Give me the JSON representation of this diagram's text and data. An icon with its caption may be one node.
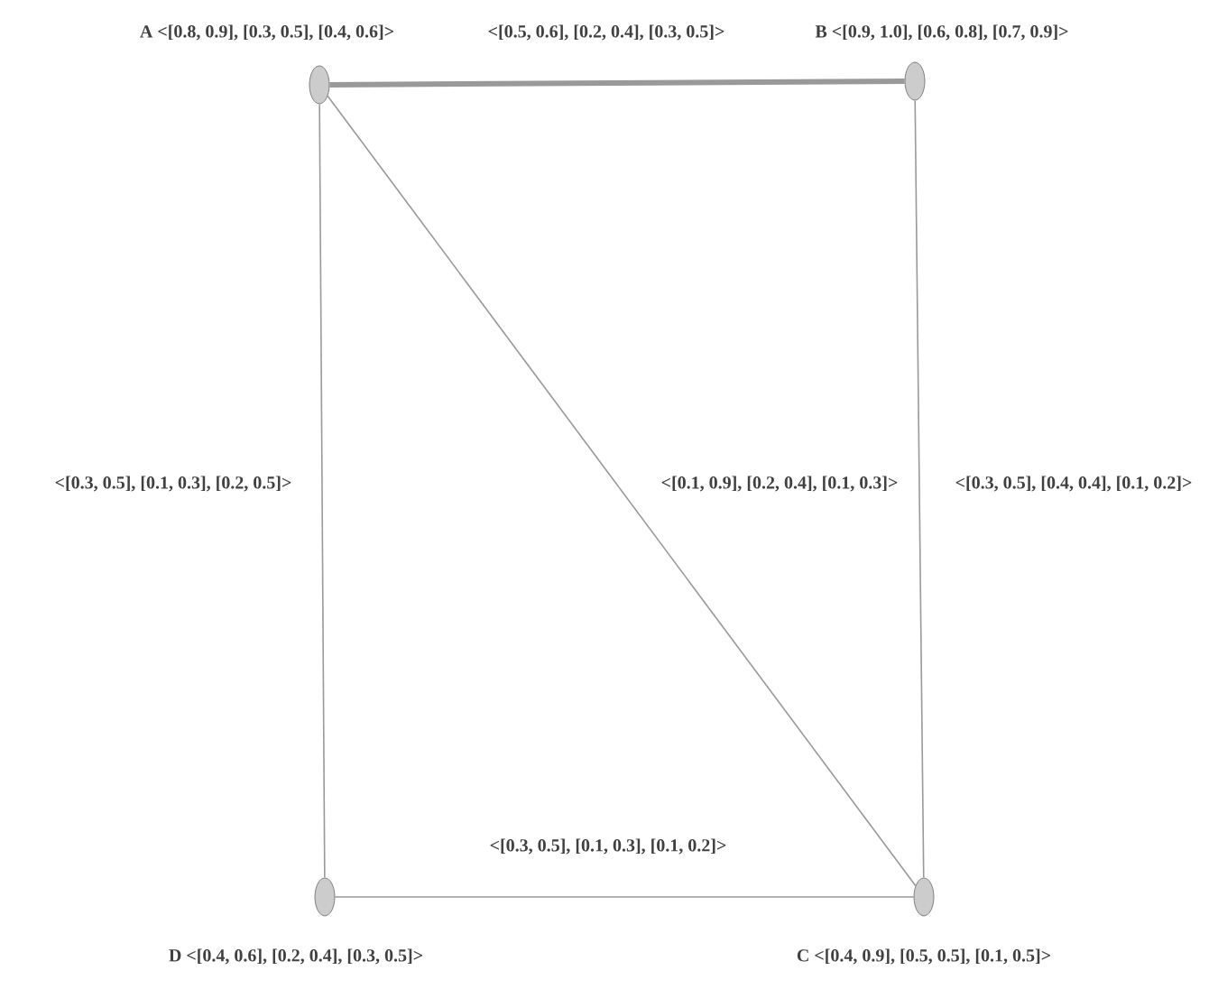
{
  "diagram": {
    "nodes": [
      {
        "text": [],
        "shape": "circle",
        "beside": [
          "A <[0.8, 0.9], [0.3, 0.5], [0.4, 0.6]>"
        ]
      },
      {
        "text": [],
        "shape": "circle",
        "beside": [
          "B <[0.9, 1.0], [0.6, 0.8], [0.7, 0.9]>"
        ]
      },
      {
        "text": [],
        "shape": "circle",
        "beside": [
          "D <[0.4, 0.6], [0.2, 0.4], [0.3, 0.5]>"
        ]
      },
      {
        "text": [],
        "shape": "circle",
        "beside": [
          "C <[0.4, 0.9], [0.5, 0.5], [0.1, 0.5]>"
        ]
      }
    ],
    "edges": [
      {
        "from": 0,
        "to": 1,
        "arrow": "none",
        "label": "<[0.5, 0.6], [0.2, 0.4], [0.3, 0.5]>",
        "style": "thick"
      },
      {
        "from": 0,
        "to": 2,
        "arrow": "none",
        "label": "<[0.3, 0.5], [0.1, 0.3], [0.2, 0.5]>"
      },
      {
        "from": 0,
        "to": 3,
        "arrow": "none",
        "label": "<[0.1, 0.9], [0.2, 0.4], [0.1, 0.3]>"
      },
      {
        "from": 1,
        "to": 3,
        "arrow": "none",
        "label": "<[0.3, 0.5], [0.4, 0.4], [0.1, 0.2]>"
      },
      {
        "from": 2,
        "to": 3,
        "arrow": "none",
        "label": "<[0.3, 0.5], [0.1, 0.3], [0.1, 0.2]>"
      }
    ]
  }
}
